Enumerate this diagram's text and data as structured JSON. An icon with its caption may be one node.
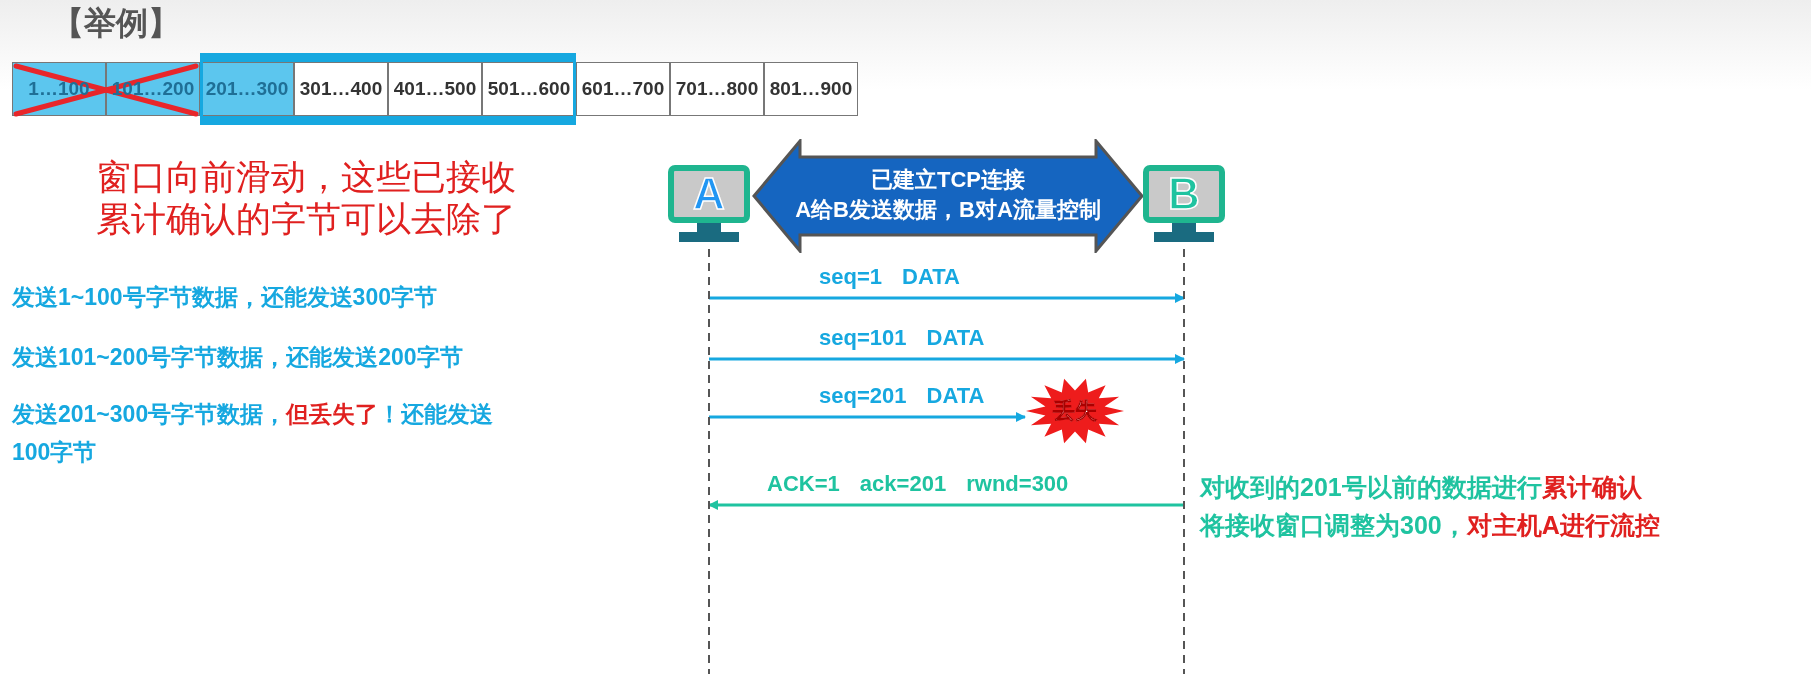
{
  "diagram": {
    "title": "【举例】",
    "nodes": [
      {
        "text": [
          "1…100"
        ]
      },
      {
        "text": [
          "101…200"
        ]
      },
      {
        "text": [
          "201…300"
        ]
      },
      {
        "text": [
          "301…400"
        ]
      },
      {
        "text": [
          "401…500"
        ]
      },
      {
        "text": [
          "501…600"
        ]
      },
      {
        "text": [
          "601…700"
        ]
      },
      {
        "text": [
          "701…800"
        ]
      },
      {
        "text": [
          "801…900"
        ]
      },
      {
        "text": [
          "A"
        ]
      },
      {
        "text": [
          "已建立TCP连接",
          "A给B发送数据，B对A流量控制"
        ]
      },
      {
        "text": [
          "B"
        ]
      },
      {
        "text": [
          "丢失"
        ]
      }
    ],
    "edges": [
      {
        "from": 9,
        "to": 11,
        "arrow": "to",
        "label": "seq=1 DATA"
      },
      {
        "from": 9,
        "to": 11,
        "arrow": "to",
        "label": "seq=101 DATA"
      },
      {
        "from": 9,
        "to": 12,
        "arrow": "to",
        "label": "seq=201 DATA"
      },
      {
        "from": 11,
        "to": 9,
        "arrow": "to",
        "label": "ACK=1 ack=201 rwnd=300",
        "color": "#1fc3a0"
      }
    ],
    "labels": [
      "窗口向前滑动，这些已接收累计确认的字节可以去除了",
      "发送1~100号字节数据，还能发送300字节",
      "发送101~200号字节数据，还能发送200字节",
      "发送201~300号字节数据，**但丢失了**！还能发送100字节",
      "对收到的201号以前的数据进行**累计确认**",
      "将接收窗口调整为300，**对主机A进行流控**"
    ]
  }
}
